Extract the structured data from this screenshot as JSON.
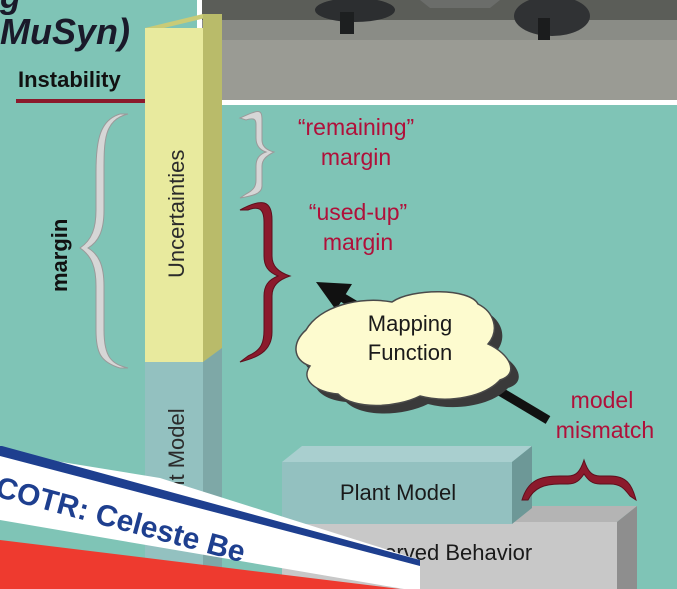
{
  "header": {
    "title_partial_top": "g",
    "title_partial": "MuSyn)"
  },
  "instability_label": "Instability",
  "column": {
    "uncertainties_label": "Uncertainties",
    "plant_model_label": "ant Model"
  },
  "margin_label": "margin",
  "remaining_margin": {
    "line1": "“remaining”",
    "line2": "margin"
  },
  "usedup_margin": {
    "line1": "“used-up”",
    "line2": "margin"
  },
  "mapping_function": {
    "line1": "Mapping",
    "line2": "Function"
  },
  "model_mismatch": {
    "line1": "model",
    "line2": "mismatch"
  },
  "boxes": {
    "plant_model": "Plant Model",
    "observed_behavior": "Observed Behavior"
  },
  "banner": {
    "text": "COTR:  Celeste Be"
  },
  "colors": {
    "background": "#7fc4b6",
    "accent_red": "#8b1a2c",
    "label_red": "#b0103a",
    "uncertainty_yellow": "#e8ea9e",
    "plant_teal": "#93c1c0",
    "banner_blue": "#1e3f8f",
    "banner_red": "#ee3a2f",
    "cloud_fill": "#fdfbcf"
  }
}
